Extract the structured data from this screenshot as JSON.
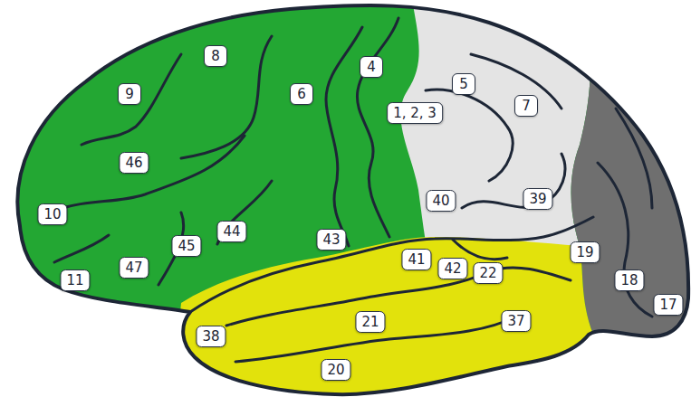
{
  "diagram": {
    "labels": [
      "8",
      "4",
      "5",
      "9",
      "6",
      "1, 2, 3",
      "7",
      "46",
      "40",
      "39",
      "10",
      "44",
      "43",
      "45",
      "19",
      "41",
      "42",
      "22",
      "47",
      "11",
      "18",
      "17",
      "38",
      "21",
      "37",
      "20"
    ]
  }
}
